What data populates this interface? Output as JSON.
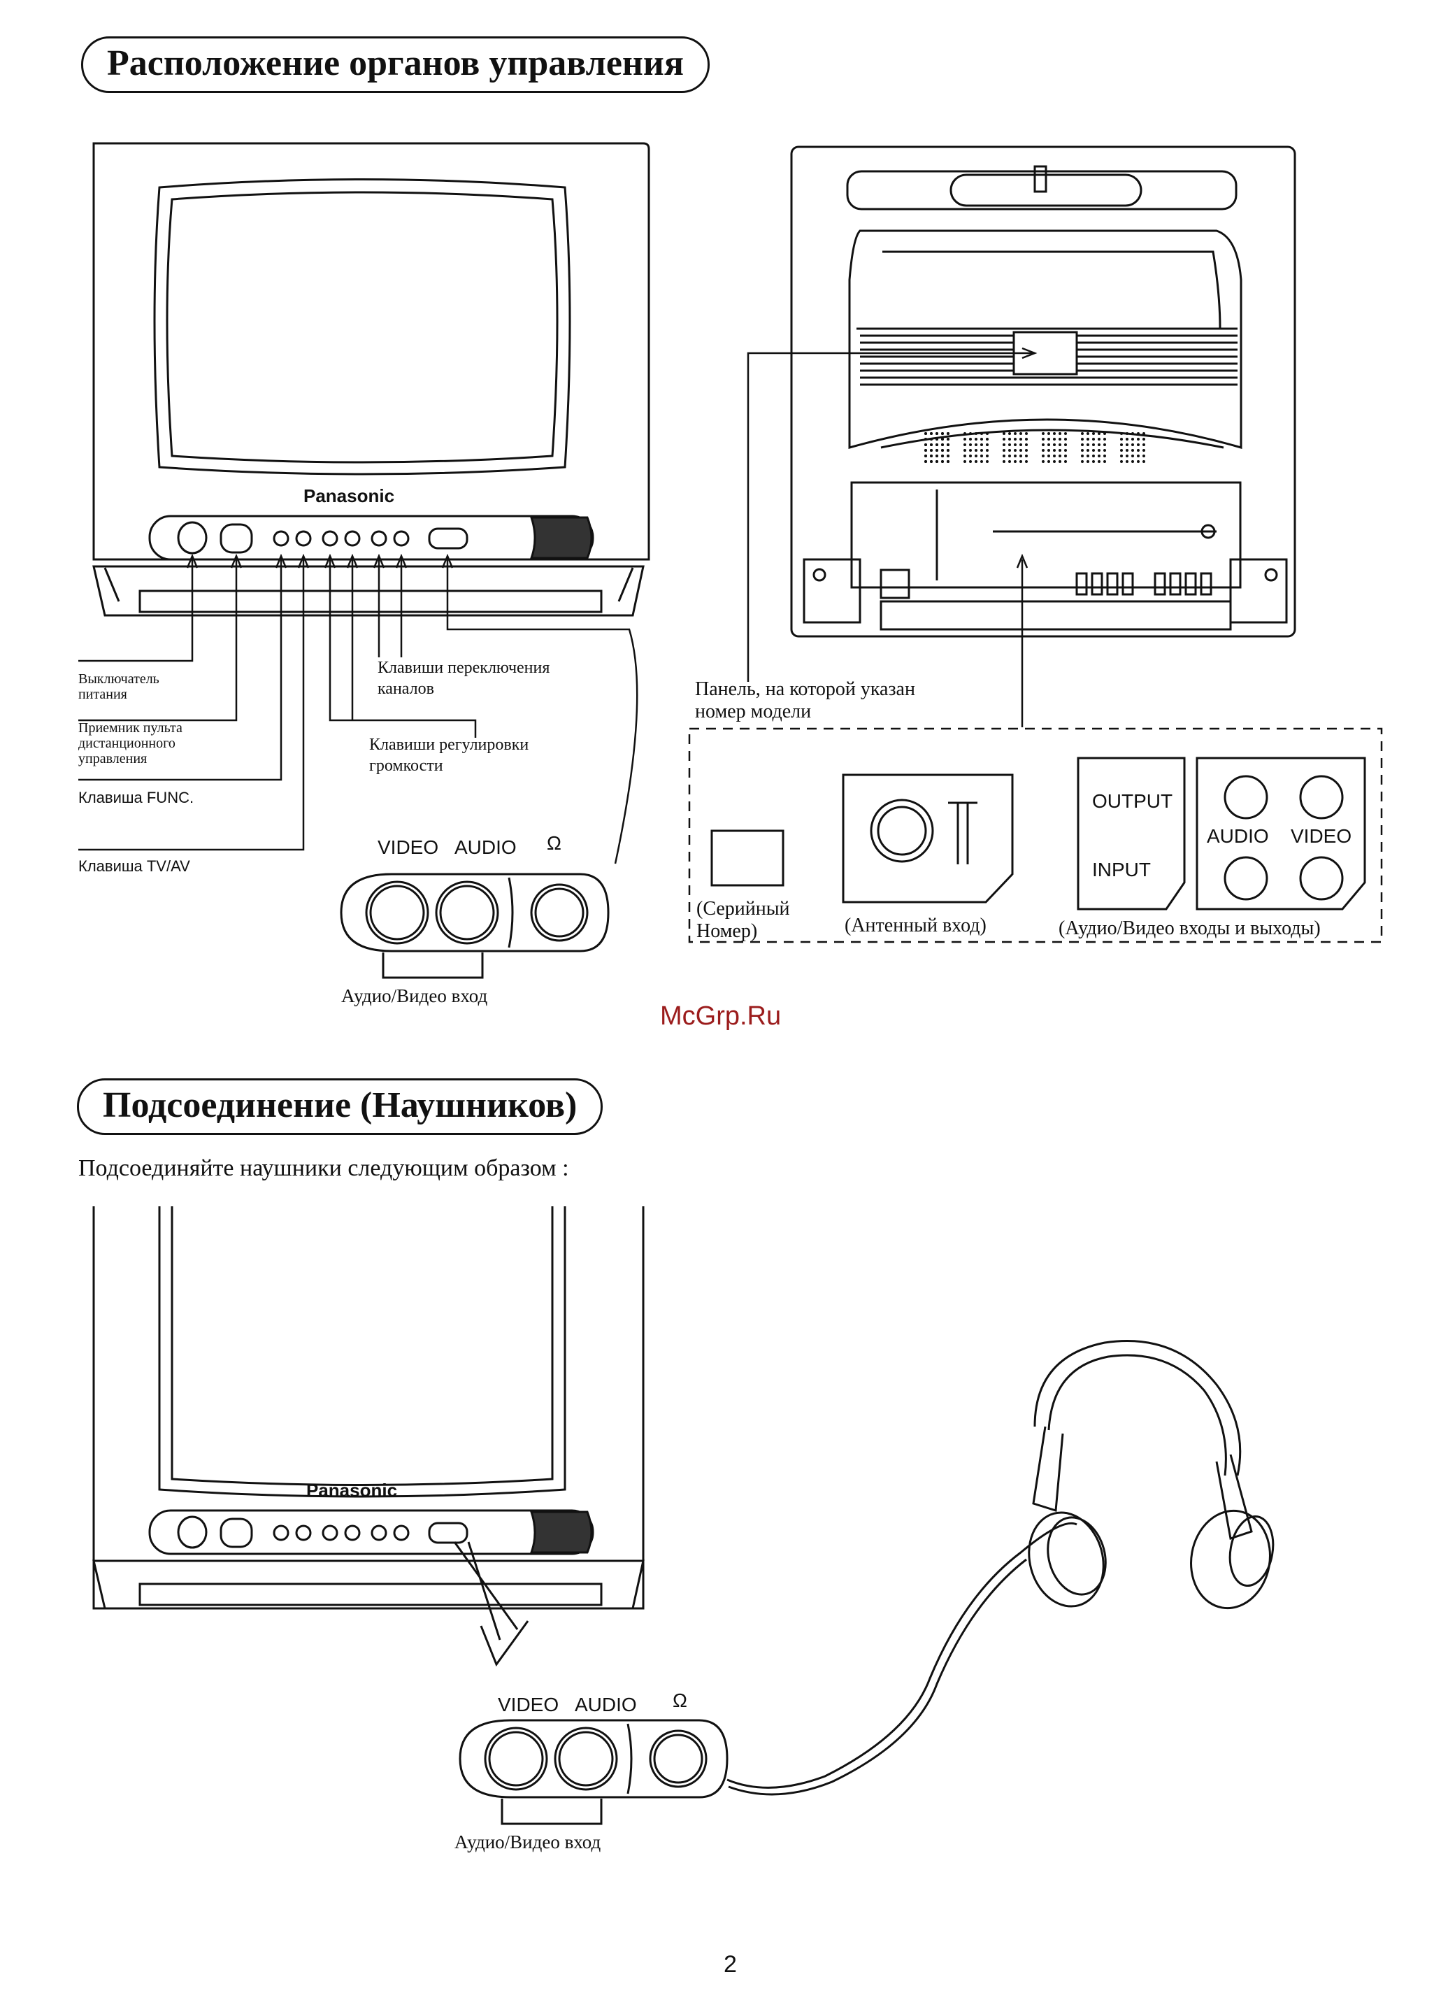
{
  "page": {
    "section1_title": "Расположение органов управления",
    "section2_title": "Подсоединение (Наушников)",
    "intro_text": "Подсоединяйте наушники следующим образом :",
    "watermark": "McGrp.Ru",
    "page_number": "2"
  },
  "front_panel": {
    "brand": "Panasonic",
    "labels": {
      "power_switch": "Выключатель\nпитания",
      "remote_receiver": "Приемник пульта\nдистанционного\nуправления",
      "func_key": "Клавиша FUNC.",
      "tvav_key": "Клавиша TV/AV",
      "channel_keys": "Клавиши переключения\nканалов",
      "volume_keys": "Клавиши регулировки\nгромкости"
    },
    "jacks": {
      "video": "VIDEO",
      "audio": "AUDIO",
      "headphone_symbol": "Ω",
      "caption": "Аудио/Видео вход"
    }
  },
  "rear_panel": {
    "model_panel_label": "Панель, на которой указан\nномер модели",
    "serial_label": "(Серийный\nНомер)",
    "antenna_label": "(Антенный вход)",
    "av_io_label": "(Аудио/Видео входы и выходы)",
    "output_label": "OUTPUT",
    "input_label": "INPUT",
    "audio_label": "AUDIO",
    "video_label": "VIDEO"
  },
  "headphones_section": {
    "brand": "Panasonic",
    "video": "VIDEO",
    "audio": "AUDIO",
    "headphone_symbol": "Ω",
    "caption": "Аудио/Видео вход"
  },
  "colors": {
    "ink": "#111111",
    "watermark": "#9b1c1c",
    "paper": "#ffffff"
  }
}
